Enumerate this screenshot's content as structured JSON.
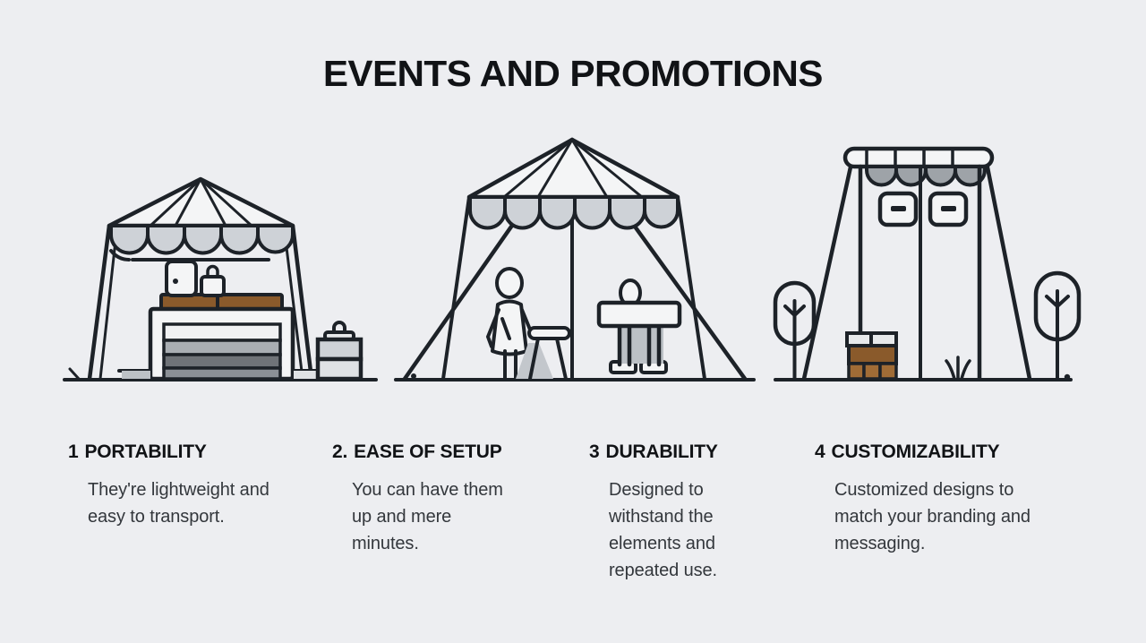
{
  "header": {
    "title": "EVENTS AND PROMOTIONS"
  },
  "colors": {
    "background": "#edeef1",
    "ink": "#1d2228",
    "panel_fill": "#ced2d7",
    "light_fill": "#f0f1f3",
    "mid_gray": "#a9aeb3",
    "dark_gray": "#6f7378",
    "wood_brown": "#8a5a2b",
    "wood_brown_light": "#a06c36",
    "title_color": "#111316",
    "body_text": "#33373c"
  },
  "features": [
    {
      "number": "1",
      "label": "PORTABILITY",
      "body": "They're lightweight and easy to transport."
    },
    {
      "number": "2.",
      "label": "EASE OF SETUP",
      "body": "You can have them up and mere minutes."
    },
    {
      "number": "3",
      "label": "DURABILITY",
      "body": "Designed to withstand the elements and repeated use."
    },
    {
      "number": "4",
      "label": "CUSTOMIZABILITY",
      "body": "Customized designs to match your branding and messaging."
    }
  ],
  "illustrations": [
    {
      "name": "peaked-canopy-tent-with-display-table",
      "caption_index": 0,
      "elements": [
        "peaked roof",
        "scalloped valance",
        "guy lines",
        "display table",
        "suitcases",
        "carry case"
      ]
    },
    {
      "name": "large-event-tent-with-staff",
      "caption_index": 1,
      "elements": [
        "tall peaked roof",
        "scalloped valance",
        "standing person",
        "pedestal stool",
        "seated person",
        "reception counter"
      ]
    },
    {
      "name": "flat-top-canopy-with-banners",
      "caption_index": 2,
      "elements": [
        "flat canopy bar",
        "scalloped valance",
        "two branded banner panels",
        "wooden crate",
        "trees",
        "grass tuft"
      ]
    }
  ]
}
